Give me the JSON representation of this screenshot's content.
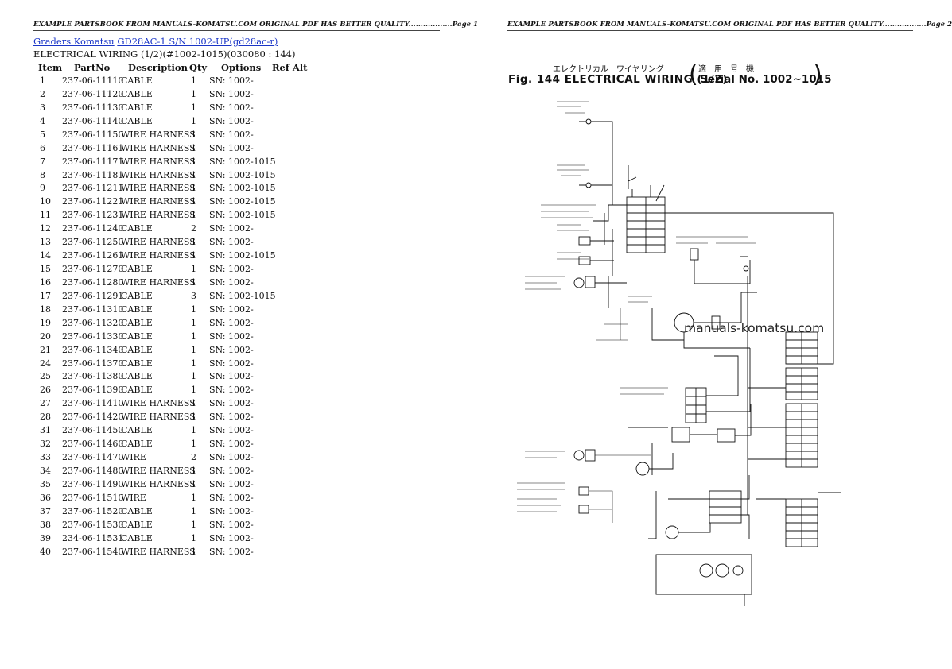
{
  "header": {
    "left": "EXAMPLE PARTSBOOK FROM MANUALS-KOMATSU.COM ORIGINAL PDF HAS BETTER QUALITY..................Page 1",
    "right": "EXAMPLE PARTSBOOK FROM MANUALS-KOMATSU.COM ORIGINAL PDF HAS BETTER QUALITY..................Page 2"
  },
  "breadcrumb": {
    "link1": "Graders Komatsu",
    "link2": "GD28AC-1 S/N 1002-UP(gd28ac-r)"
  },
  "subtitle": "ELECTRICAL WIRING (1/2)(#1002-1015)(030080 : 144)",
  "table": {
    "headers": [
      "Item",
      "PartNo",
      "Description",
      "Qty",
      "Options",
      "Ref Alt"
    ],
    "rows": [
      [
        "1",
        "237-06-11110",
        "CABLE",
        "1",
        "SN: 1002-"
      ],
      [
        "2",
        "237-06-11120",
        "CABLE",
        "1",
        "SN: 1002-"
      ],
      [
        "3",
        "237-06-11130",
        "CABLE",
        "1",
        "SN: 1002-"
      ],
      [
        "4",
        "237-06-11140",
        "CABLE",
        "1",
        "SN: 1002-"
      ],
      [
        "5",
        "237-06-11150",
        "WIRE HARNESS",
        "1",
        "SN: 1002-"
      ],
      [
        "6",
        "237-06-11161",
        "WIRE HARNESS",
        "1",
        "SN: 1002-"
      ],
      [
        "7",
        "237-06-11171",
        "WIRE HARNESS",
        "1",
        "SN: 1002-1015"
      ],
      [
        "8",
        "237-06-11181",
        "WIRE HARNESS",
        "1",
        "SN: 1002-1015"
      ],
      [
        "9",
        "237-06-11211",
        "WIRE HARNESS",
        "1",
        "SN: 1002-1015"
      ],
      [
        "10",
        "237-06-11221",
        "WIRE HARNESS",
        "1",
        "SN: 1002-1015"
      ],
      [
        "11",
        "237-06-11231",
        "WIRE HARNESS",
        "1",
        "SN: 1002-1015"
      ],
      [
        "12",
        "237-06-11240",
        "CABLE",
        "2",
        "SN: 1002-"
      ],
      [
        "13",
        "237-06-11250",
        "WIRE HARNESS",
        "1",
        "SN: 1002-"
      ],
      [
        "14",
        "237-06-11261",
        "WIRE HARNESS",
        "1",
        "SN: 1002-1015"
      ],
      [
        "15",
        "237-06-11270",
        "CABLE",
        "1",
        "SN: 1002-"
      ],
      [
        "16",
        "237-06-11280",
        "WIRE HARNESS",
        "1",
        "SN: 1002-"
      ],
      [
        "17",
        "237-06-11291",
        "CABLE",
        "3",
        "SN: 1002-1015"
      ],
      [
        "18",
        "237-06-11310",
        "CABLE",
        "1",
        "SN: 1002-"
      ],
      [
        "19",
        "237-06-11320",
        "CABLE",
        "1",
        "SN: 1002-"
      ],
      [
        "20",
        "237-06-11330",
        "CABLE",
        "1",
        "SN: 1002-"
      ],
      [
        "21",
        "237-06-11340",
        "CABLE",
        "1",
        "SN: 1002-"
      ],
      [
        "24",
        "237-06-11370",
        "CABLE",
        "1",
        "SN: 1002-"
      ],
      [
        "25",
        "237-06-11380",
        "CABLE",
        "1",
        "SN: 1002-"
      ],
      [
        "26",
        "237-06-11390",
        "CABLE",
        "1",
        "SN: 1002-"
      ],
      [
        "27",
        "237-06-11410",
        "WIRE HARNESS",
        "1",
        "SN: 1002-"
      ],
      [
        "28",
        "237-06-11420",
        "WIRE HARNESS",
        "1",
        "SN: 1002-"
      ],
      [
        "31",
        "237-06-11450",
        "CABLE",
        "1",
        "SN: 1002-"
      ],
      [
        "32",
        "237-06-11460",
        "CABLE",
        "1",
        "SN: 1002-"
      ],
      [
        "33",
        "237-06-11470",
        "WIRE",
        "2",
        "SN: 1002-"
      ],
      [
        "34",
        "237-06-11480",
        "WIRE HARNESS",
        "1",
        "SN: 1002-"
      ],
      [
        "35",
        "237-06-11490",
        "WIRE HARNESS",
        "1",
        "SN: 1002-"
      ],
      [
        "36",
        "237-06-11510",
        "WIRE",
        "1",
        "SN: 1002-"
      ],
      [
        "37",
        "237-06-11520",
        "CABLE",
        "1",
        "SN: 1002-"
      ],
      [
        "38",
        "237-06-11530",
        "CABLE",
        "1",
        "SN: 1002-"
      ],
      [
        "39",
        "234-06-11531",
        "CABLE",
        "1",
        "SN: 1002-"
      ],
      [
        "40",
        "237-06-11540",
        "WIRE HARNESS",
        "1",
        "SN: 1002-"
      ]
    ]
  },
  "figure": {
    "jp_title": "エレクトリカル　ワイヤリング",
    "jp_serial": "適　用　号　機",
    "title": "Fig. 144 ELECTRICAL WIRING (1/2)",
    "serial": "Serial No. 1002~1015",
    "watermark": "manuals-komatsu.com"
  }
}
